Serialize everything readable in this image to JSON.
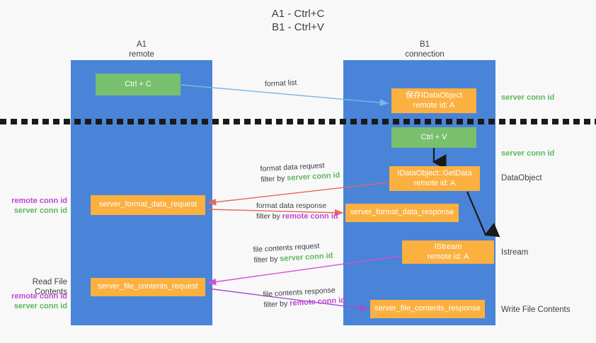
{
  "title": "A1 - Ctrl+C\nB1 - Ctrl+V",
  "columns": {
    "left": {
      "name": "A1",
      "role": "remote"
    },
    "right": {
      "name": "B1",
      "role": "connection"
    }
  },
  "colors": {
    "lane": "#4a84d8",
    "green_box": "#78c06e",
    "orange_box": "#fbb040",
    "server_conn_id": "#5cb85c",
    "remote_conn_id": "#c146d8",
    "arrow_blue": "#7ab6e8",
    "arrow_red": "#e8665c",
    "arrow_magenta": "#d44fd4",
    "arrow_purple": "#a050c8",
    "arrow_black": "#1a1a1a",
    "divider": "#1a1a1a",
    "background": "#f8f8f8"
  },
  "boxes": {
    "ctrl_c": {
      "label": "Ctrl + C",
      "kind": "green"
    },
    "save_dataobject": {
      "line1": "保存IDataObject",
      "line2": "remote id: A",
      "kind": "orange"
    },
    "ctrl_v": {
      "label": "Ctrl + V",
      "kind": "green"
    },
    "getdata": {
      "line1": "IDataObject::GetData",
      "line2": "remote id: A",
      "kind": "orange"
    },
    "server_format_data_request": {
      "label": "server_format_data_request",
      "kind": "orange"
    },
    "server_format_data_response": {
      "label": "server_format_data_response",
      "kind": "orange"
    },
    "istream": {
      "line1": "IStream",
      "line2": "remote id: A",
      "kind": "orange"
    },
    "server_file_contents_request": {
      "label": "server_file_contents_request",
      "kind": "orange"
    },
    "server_file_contents_response": {
      "label": "server_file_contents_response",
      "kind": "orange"
    }
  },
  "right_labels": {
    "server_conn_id_1": "server conn id",
    "server_conn_id_2": "server conn id",
    "dataobject": "DataObject",
    "istream": "Istream",
    "write_file_contents": "Write File Contents"
  },
  "left_labels": {
    "remote_conn_id_1": "remote conn id",
    "server_conn_id_1": "server conn id",
    "read_file_contents": "Read File Contents",
    "remote_conn_id_2": "remote conn id",
    "server_conn_id_2": "server conn id"
  },
  "flows": {
    "format_list": {
      "line1": "format list"
    },
    "format_data_request": {
      "line1": "format data request",
      "filter_prefix": "filter by ",
      "filter_value": "server conn id"
    },
    "format_data_response": {
      "line1": "format data response",
      "filter_prefix": "filter by ",
      "filter_value": "remote conn id"
    },
    "file_contents_request": {
      "line1": "file contents request",
      "filter_prefix": "filter by ",
      "filter_value": "server conn id"
    },
    "file_contents_response": {
      "line1": "file contents response",
      "filter_prefix": "filter by ",
      "filter_value": "remote conn id"
    }
  }
}
